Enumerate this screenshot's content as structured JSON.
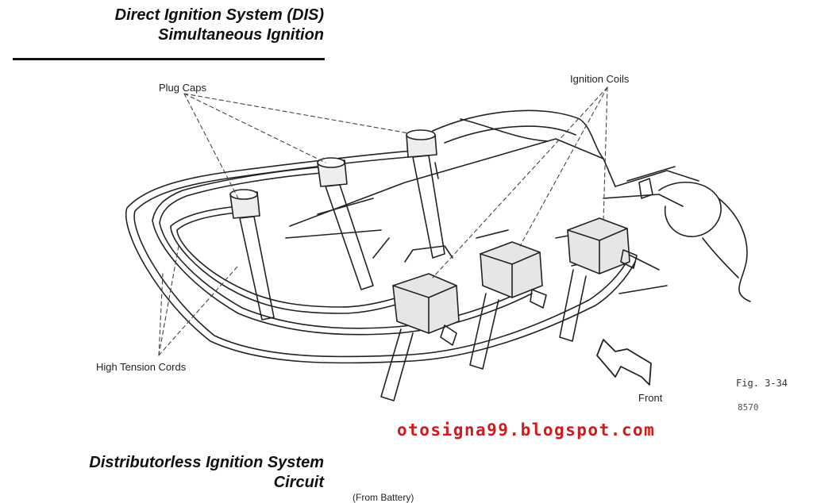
{
  "title": {
    "line1": "Direct Ignition System (DIS)",
    "line2": "Simultaneous Ignition"
  },
  "labels": {
    "plug_caps": "Plug Caps",
    "ignition_coils": "Ignition Coils",
    "high_tension_cords": "High Tension Cords",
    "front": "Front",
    "fig": "Fig. 3-34",
    "fig_code": "8570"
  },
  "watermark": "otosigna99.blogspot.com",
  "bottom_heading": {
    "line1": "Distributorless Ignition System",
    "line2": "Circuit"
  },
  "cut_text": "(From Battery)"
}
